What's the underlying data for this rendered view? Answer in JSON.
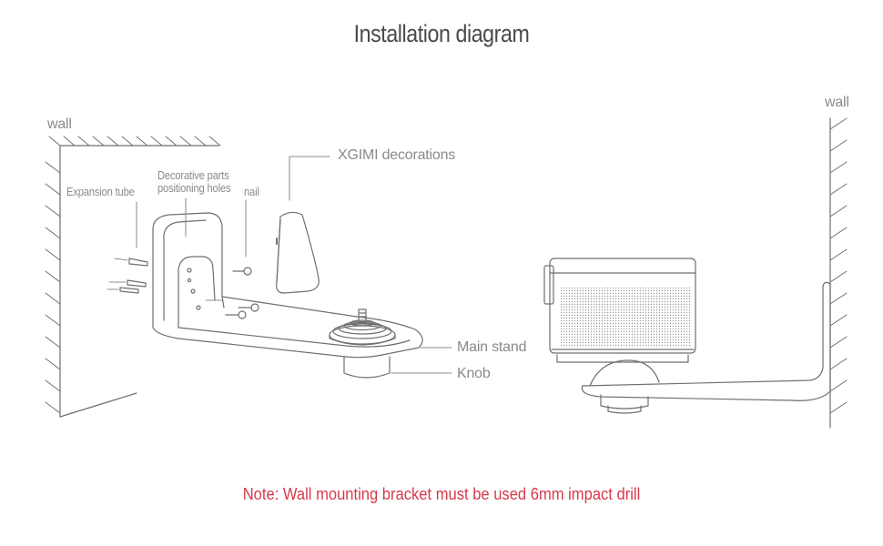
{
  "title": "Installation diagram",
  "labels": {
    "wall_left": "wall",
    "wall_right": "wall",
    "expansion_tube": "Expansion tube",
    "decorative_parts_line1": "Decorative parts",
    "decorative_parts_line2": "positioning holes",
    "nail": "nail",
    "xgimi_decorations": "XGIMI decorations",
    "main_stand": "Main stand",
    "knob": "Knob"
  },
  "note": "Note: Wall mounting bracket must be used 6mm impact drill",
  "colors": {
    "note": "#d8394a",
    "title": "#4a4a4a",
    "label": "#8a8a8a",
    "line": "#6f6f6f"
  }
}
